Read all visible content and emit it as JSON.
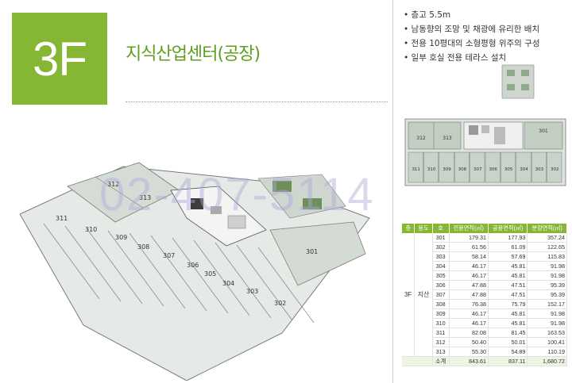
{
  "header": {
    "floor": "3F",
    "title": "지식산업센터(공장)"
  },
  "features": [
    "층고 5.5m",
    "남동향의 조망 및 채광에 유리한 배치",
    "전용 10평대의 소형평형 위주의 구성",
    "일부 호실 전용 테라스 설치"
  ],
  "watermark": "02-407-5114",
  "small_plan": {
    "upper_rooms": [
      "312",
      "313"
    ],
    "corner_room": "301",
    "lower_rooms": [
      "311",
      "310",
      "309",
      "308",
      "307",
      "306",
      "305",
      "304",
      "303",
      "302"
    ]
  },
  "main_plan": {
    "rooms": [
      "312",
      "313",
      "311",
      "310",
      "309",
      "308",
      "307",
      "306",
      "305",
      "304",
      "303",
      "302",
      "301"
    ]
  },
  "table": {
    "headers": [
      "층",
      "용도",
      "호",
      "전용면적(㎡)",
      "공용면적(㎡)",
      "분양면적(㎡)"
    ],
    "floor": "3F",
    "use": "지산",
    "rows": [
      [
        "301",
        "179.31",
        "177.93",
        "357.24"
      ],
      [
        "302",
        "61.56",
        "61.09",
        "122.65"
      ],
      [
        "303",
        "58.14",
        "57.69",
        "115.83"
      ],
      [
        "304",
        "46.17",
        "45.81",
        "91.98"
      ],
      [
        "305",
        "46.17",
        "45.81",
        "91.98"
      ],
      [
        "306",
        "47.88",
        "47.51",
        "95.39"
      ],
      [
        "307",
        "47.88",
        "47.51",
        "95.39"
      ],
      [
        "308",
        "76.38",
        "75.79",
        "152.17"
      ],
      [
        "309",
        "46.17",
        "45.81",
        "91.98"
      ],
      [
        "310",
        "46.17",
        "45.81",
        "91.98"
      ],
      [
        "311",
        "82.08",
        "81.45",
        "163.53"
      ],
      [
        "312",
        "50.40",
        "50.01",
        "100.41"
      ],
      [
        "313",
        "55.30",
        "54.89",
        "110.19"
      ]
    ],
    "total": [
      "소계",
      "843.61",
      "837.11",
      "1,680.72"
    ]
  }
}
